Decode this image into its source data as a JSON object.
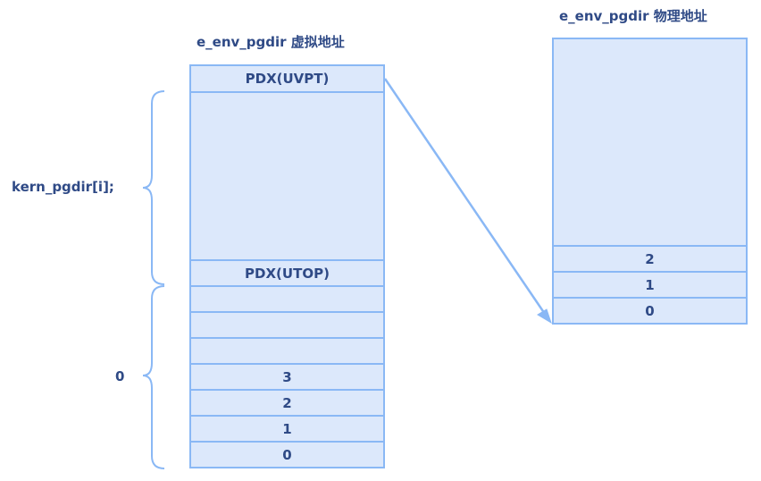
{
  "virtual": {
    "title": "e_env_pgdir 虚拟地址",
    "top_entry": "PDX(UVPT)",
    "mid_entry": "PDX(UTOP)",
    "low_entries": [
      "",
      "",
      "",
      "3",
      "2",
      "1",
      "0"
    ]
  },
  "physical": {
    "title": "e_env_pgdir 物理地址",
    "low_entries": [
      "2",
      "1",
      "0"
    ]
  },
  "labels": {
    "kern": "kern_pgdir[i];",
    "zero": "0"
  },
  "colors": {
    "fill": "#dce8fb",
    "stroke": "#8ab8f5",
    "text": "#2f4a86"
  }
}
